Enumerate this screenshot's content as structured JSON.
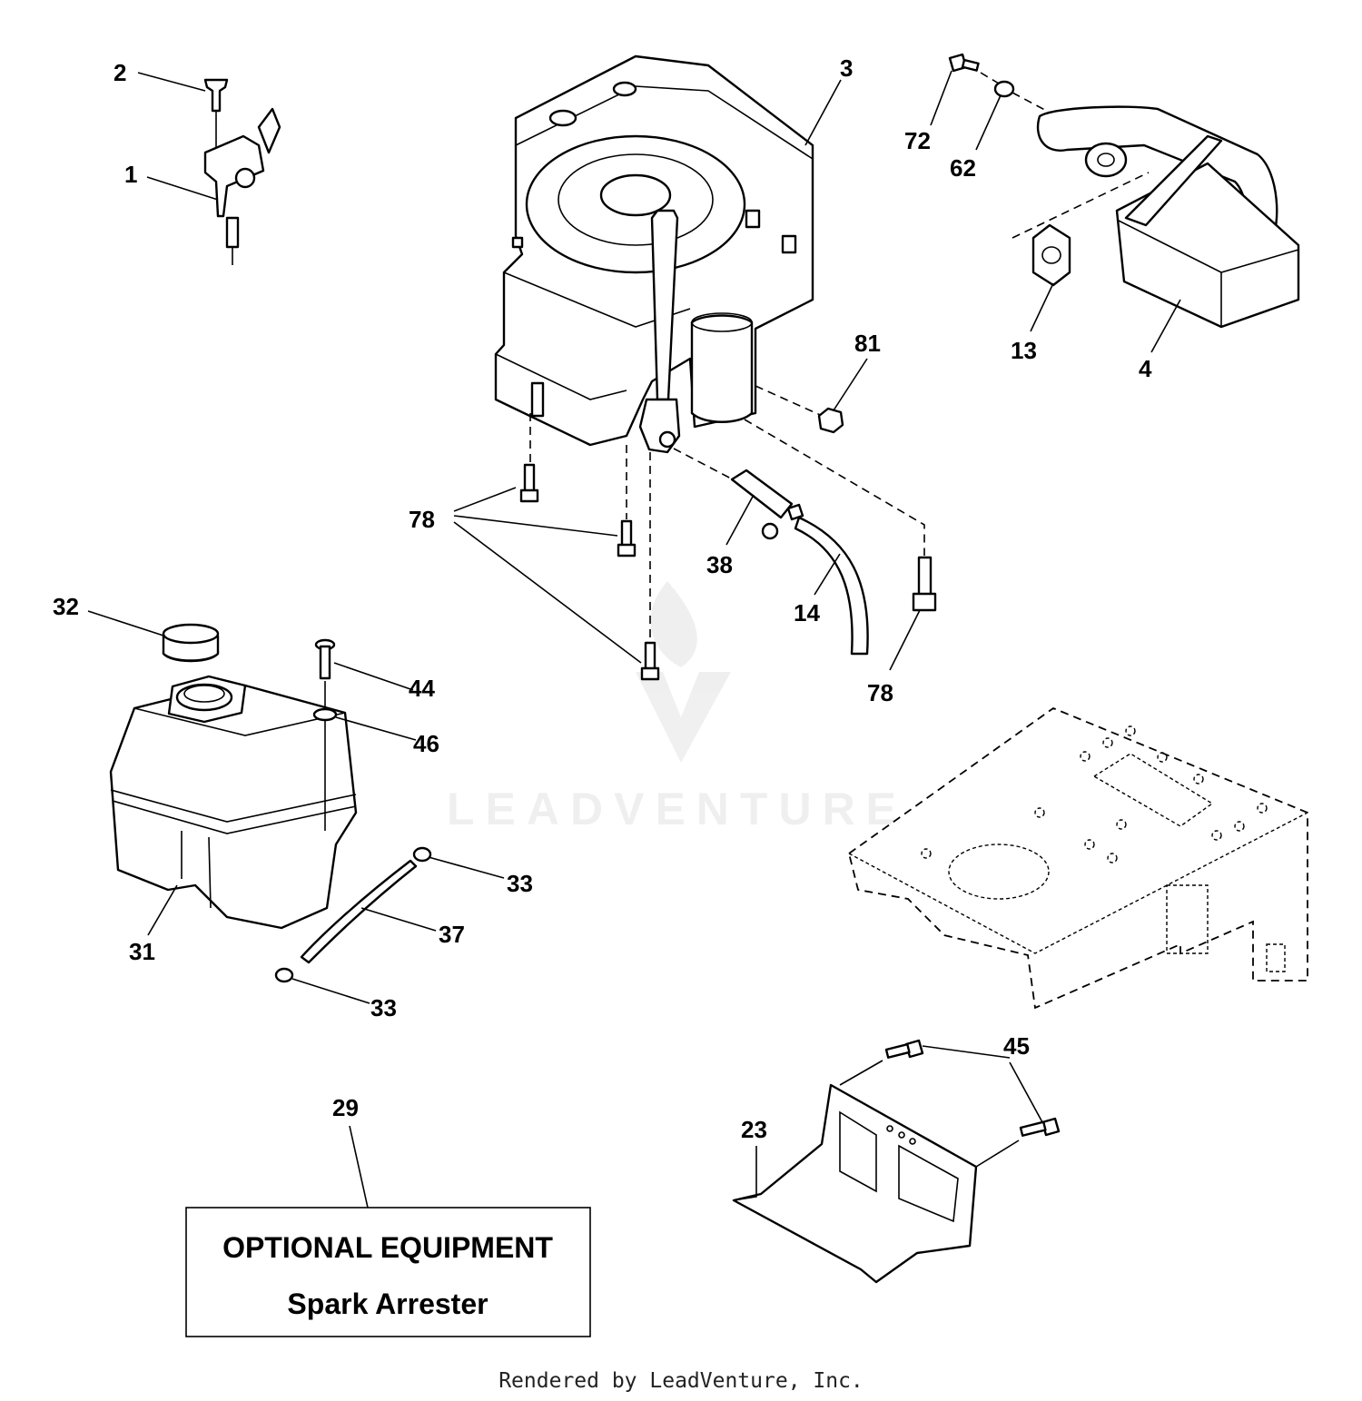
{
  "callouts": {
    "c1": "1",
    "c2": "2",
    "c3": "3",
    "c4": "4",
    "c13": "13",
    "c14": "14",
    "c23": "23",
    "c29": "29",
    "c31": "31",
    "c32": "32",
    "c33a": "33",
    "c33b": "33",
    "c37": "37",
    "c38": "38",
    "c44": "44",
    "c45": "45",
    "c46": "46",
    "c62": "62",
    "c72": "72",
    "c78a": "78",
    "c78b": "78",
    "c81": "81"
  },
  "optional_box": {
    "title": "OPTIONAL EQUIPMENT",
    "subtitle": "Spark Arrester"
  },
  "watermark": "LEADVENTURE",
  "credit": "Rendered by LeadVenture, Inc."
}
